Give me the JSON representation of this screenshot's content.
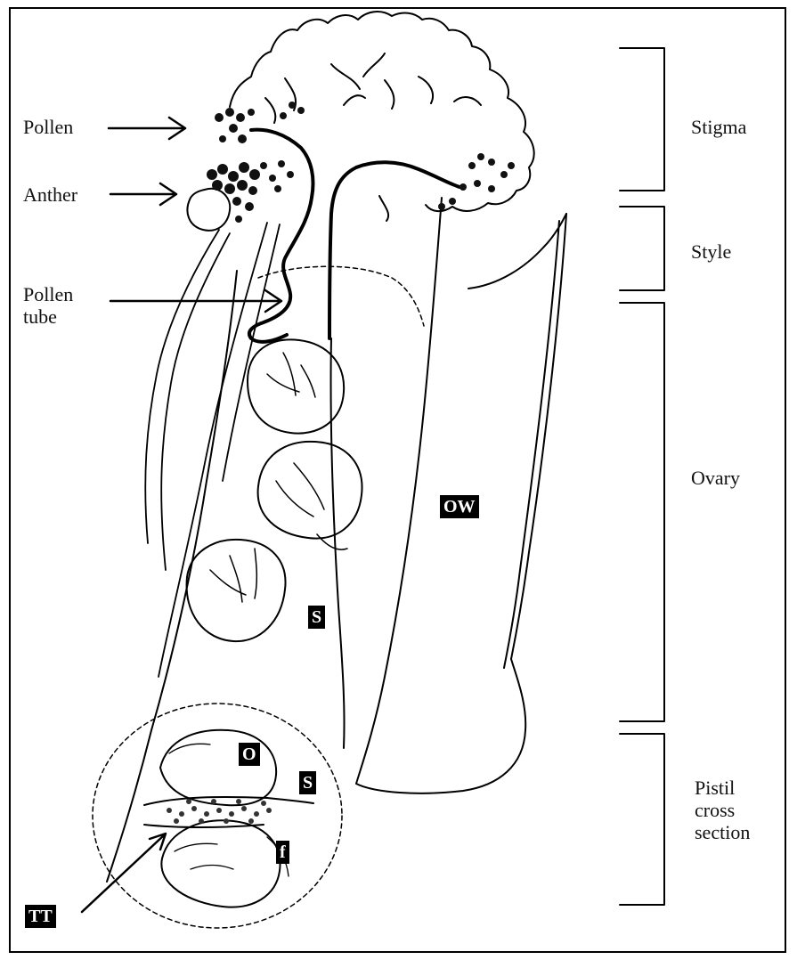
{
  "diagram": {
    "left_labels": {
      "pollen": "Pollen",
      "anther": "Anther",
      "pollen_tube": "Pollen\ntube"
    },
    "right_labels": {
      "stigma": "Stigma",
      "style": "Style",
      "ovary": "Ovary",
      "cross_section": "Pistil\ncross\nsection"
    },
    "boxed_labels": {
      "ow": "OW",
      "s_ovary": "S",
      "o": "O",
      "s_cross": "S",
      "f": "f",
      "tt": "TT"
    }
  }
}
